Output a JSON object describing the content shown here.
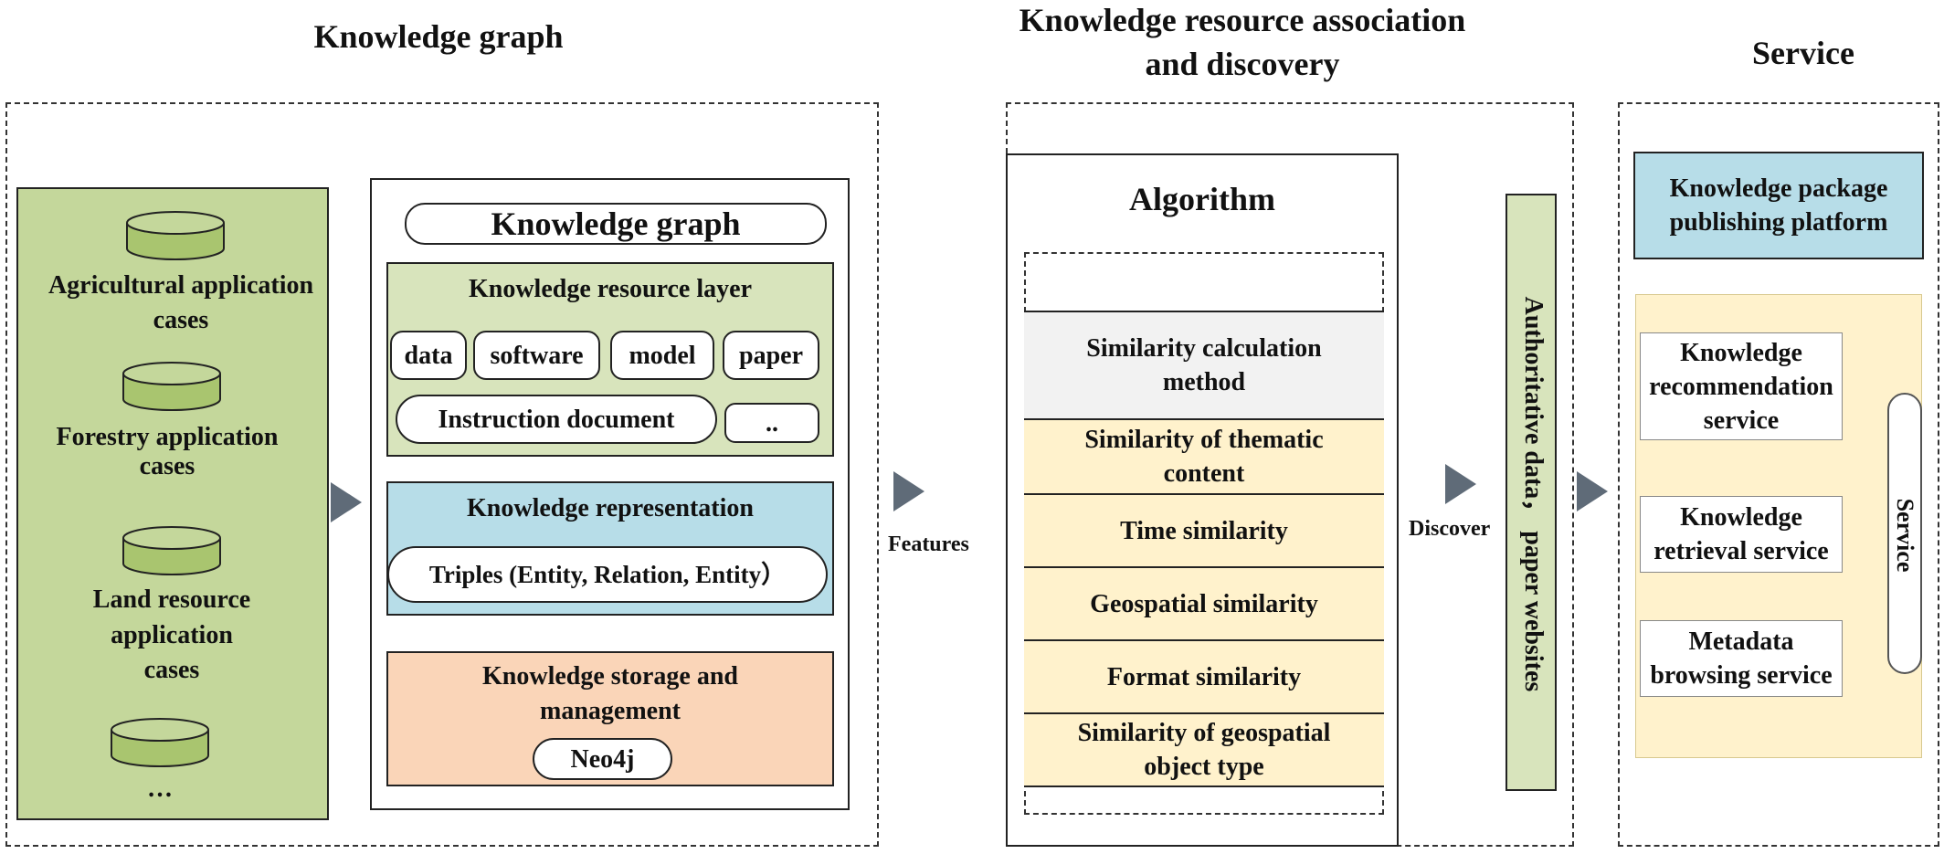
{
  "headers": {
    "kg": "Knowledge graph",
    "assoc_line1": "Knowledge resource association",
    "assoc_line2": "and discovery",
    "service": "Service"
  },
  "cases": [
    {
      "line1": "Agricultural application",
      "line2": "cases",
      "line3": ""
    },
    {
      "line1": "Forestry application",
      "line2": "cases",
      "line3": ""
    },
    {
      "line1": "Land resource",
      "line2": "application",
      "line3": "cases"
    },
    {
      "line1": "…",
      "line2": "",
      "line3": ""
    }
  ],
  "kg_panel": {
    "title": "Knowledge graph",
    "resource_layer": {
      "title": "Knowledge resource layer",
      "items": [
        "data",
        "software",
        "model",
        "paper"
      ],
      "instruction": "Instruction document",
      "more": ".."
    },
    "representation": {
      "title": "Knowledge representation",
      "triples": "Triples (Entity, Relation, Entity）"
    },
    "storage": {
      "title_line1": "Knowledge storage and",
      "title_line2": "management",
      "db": "Neo4j"
    }
  },
  "arrow_labels": {
    "features": "Features",
    "discover": "Discover"
  },
  "algorithm": {
    "title": "Algorithm",
    "method_line1": "Similarity calculation",
    "method_line2": "method",
    "rows": [
      {
        "line1": "Similarity of thematic",
        "line2": "content"
      },
      {
        "line1": "Time similarity",
        "line2": ""
      },
      {
        "line1": "Geospatial similarity",
        "line2": ""
      },
      {
        "line1": "Format similarity",
        "line2": ""
      },
      {
        "line1": "Similarity of geospatial",
        "line2": "object type"
      }
    ]
  },
  "authoritative": "Authoritative data， paper websites",
  "service_panel": {
    "platform_line1": "Knowledge package",
    "platform_line2": "publishing platform",
    "services": [
      {
        "line1": "Knowledge",
        "line2": "recommendation",
        "line3": "service"
      },
      {
        "line1": "Knowledge",
        "line2": "retrieval service",
        "line3": ""
      },
      {
        "line1": "Metadata",
        "line2": "browsing service",
        "line3": ""
      }
    ],
    "vertical_label": "Service"
  },
  "colors": {
    "green_panel": "#c4d79b",
    "light_green": "#d8e4bc",
    "blue": "#b7dde8",
    "peach": "#fad5b8",
    "cream": "#fff2cc",
    "grey": "#f2f2f2",
    "arrow": "#5f6b78"
  }
}
